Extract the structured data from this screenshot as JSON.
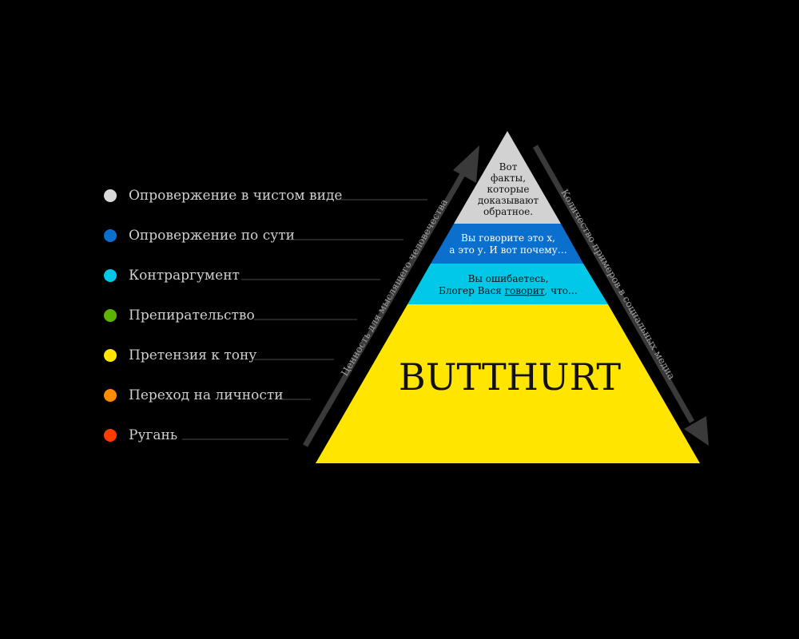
{
  "legend": [
    {
      "label": "Опровержение в чистом виде",
      "color": "#d9d9d9"
    },
    {
      "label": "Опровержение по сути",
      "color": "#0a6fcd"
    },
    {
      "label": "Контраргумент",
      "color": "#00c8e6"
    },
    {
      "label": "Препирательство",
      "color": "#5cb400"
    },
    {
      "label": "Претензия к тону",
      "color": "#ffe500"
    },
    {
      "label": "Переход на личности",
      "color": "#ff8c00"
    },
    {
      "label": "Ругань",
      "color": "#ff3b00"
    }
  ],
  "pyramid": {
    "top_text": [
      "Вот",
      "факты,",
      "которые",
      "доказывают",
      "обратное."
    ],
    "band2_text": [
      "Вы говорите это х,",
      "а это у. И вот почему…"
    ],
    "band3_line1": "Вы ошибаетесь,",
    "band3_line2_pre": "Блогер Вася ",
    "band3_line2_link": "говорит",
    "band3_line2_post": ", что…",
    "base_text": "BUTTHURT",
    "colors": {
      "top": "#d2d2d2",
      "band2": "#0a6fcd",
      "band3": "#00c8e6",
      "base": "#ffe500"
    }
  },
  "arrows": {
    "left_label": "Ценность для мыслящего человечества",
    "right_label": "Количество примеров в социальных медиа",
    "color": "#3a3a3a"
  }
}
